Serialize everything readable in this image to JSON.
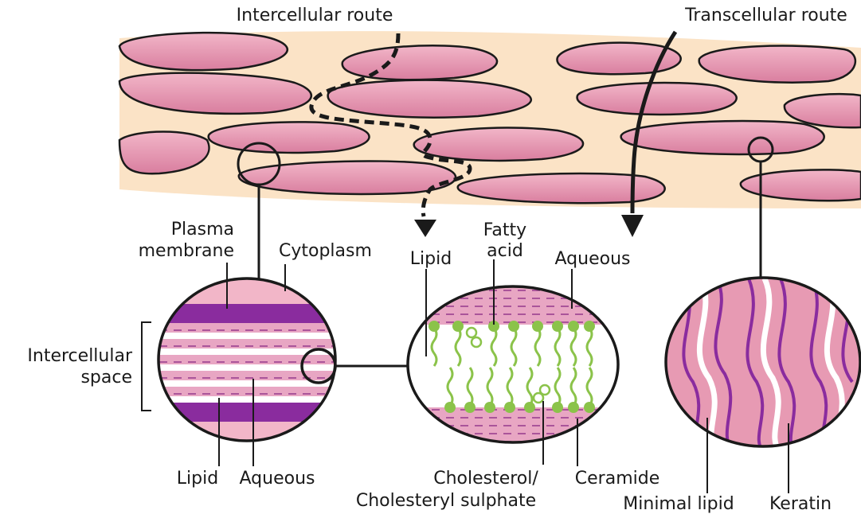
{
  "routes": {
    "intercellular": "Intercellular route",
    "transcellular": "Transcellular route"
  },
  "cell_view": {
    "plasma_membrane_line1": "Plasma",
    "plasma_membrane_line2": "membrane",
    "cytoplasm": "Cytoplasm",
    "intercellular_space_line1": "Intercellular",
    "intercellular_space_line2": "space",
    "lipid": "Lipid",
    "aqueous": "Aqueous"
  },
  "bilayer_view": {
    "lipid": "Lipid",
    "fatty_acid_line1": "Fatty",
    "fatty_acid_line2": "acid",
    "aqueous": "Aqueous",
    "cholesterol_line1": "Cholesterol/",
    "cholesterol_line2": "Cholesteryl sulphate",
    "ceramide": "Ceramide"
  },
  "keratin_view": {
    "minimal_lipid": "Minimal lipid",
    "keratin": "Keratin"
  },
  "colors": {
    "background_band": "#fbe3c6",
    "corneocyte_fill": "#e79ab3",
    "corneocyte_stroke": "#1a1a1a",
    "lipid_purple": "#8a2c9e",
    "pink_light": "#f2b8cb",
    "lipid_green": "#8bc34a"
  }
}
